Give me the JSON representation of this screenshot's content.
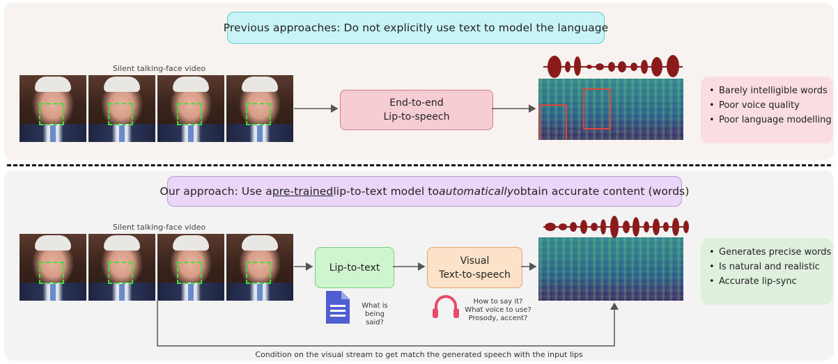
{
  "top": {
    "title": "Previous approaches: Do not explicitly use text to model the language",
    "video_caption": "Silent talking-face video",
    "model_line1": "End-to-end",
    "model_line2": "Lip-to-speech",
    "results": [
      "Barely intelligible words",
      "Poor voice quality",
      "Poor language modelling"
    ]
  },
  "bottom": {
    "title_part1": "Our approach: Use a ",
    "title_underlined": "pre-trained",
    "title_part2": " lip-to-text model to ",
    "title_italic": "automatically",
    "title_part3": " obtain accurate content (words)",
    "video_caption": "Silent talking-face video",
    "lip_to_text": "Lip-to-text",
    "tts_line1": "Visual",
    "tts_line2": "Text-to-speech",
    "doc_note_line1": "What is",
    "doc_note_line2": "being said?",
    "audio_note_line1": "How to say it?",
    "audio_note_line2": "What voice to use?",
    "audio_note_line3": "Prosody, accent?",
    "results": [
      "Generates precise words",
      "Is natural and realistic",
      "Accurate lip-sync"
    ],
    "footer": "Condition on the visual stream to get match the generated speech with the input lips"
  },
  "icons": {
    "document": "document-icon",
    "headphones": "headphones-icon"
  },
  "colors": {
    "waveform": "#8b1a1a",
    "highlight": "#e0453c",
    "lip_box": "#3fe03a",
    "doc_icon": "#4f5fd0",
    "headphones_icon": "#e84a6a"
  }
}
